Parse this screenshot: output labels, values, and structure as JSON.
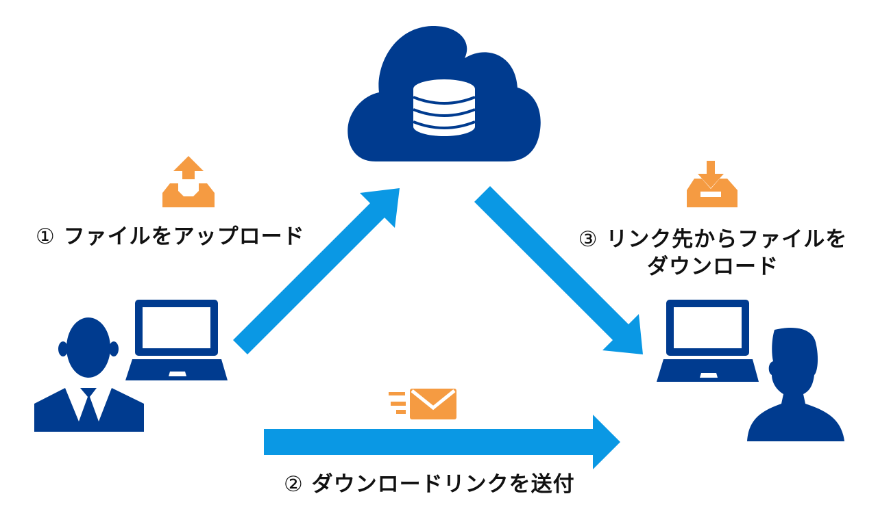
{
  "colors": {
    "navy": "#003b8f",
    "arrow_blue": "#0a98e4",
    "orange": "#f59b42",
    "text": "#111111"
  },
  "steps": [
    {
      "number": "①",
      "label": "ファイルをアップロード",
      "icon": "upload-tray-icon"
    },
    {
      "number": "②",
      "label": "ダウンロードリンクを送付",
      "icon": "send-mail-icon"
    },
    {
      "number": "③",
      "line1": "リンク先からファイルを",
      "line2": "ダウンロード",
      "icon": "download-tray-icon"
    }
  ],
  "nodes": {
    "cloud": {
      "icon": "cloud-database-icon"
    },
    "sender": {
      "icon": "businessman-icon",
      "device": "laptop-icon"
    },
    "receiver": {
      "icon": "person-icon",
      "device": "laptop-icon"
    }
  }
}
